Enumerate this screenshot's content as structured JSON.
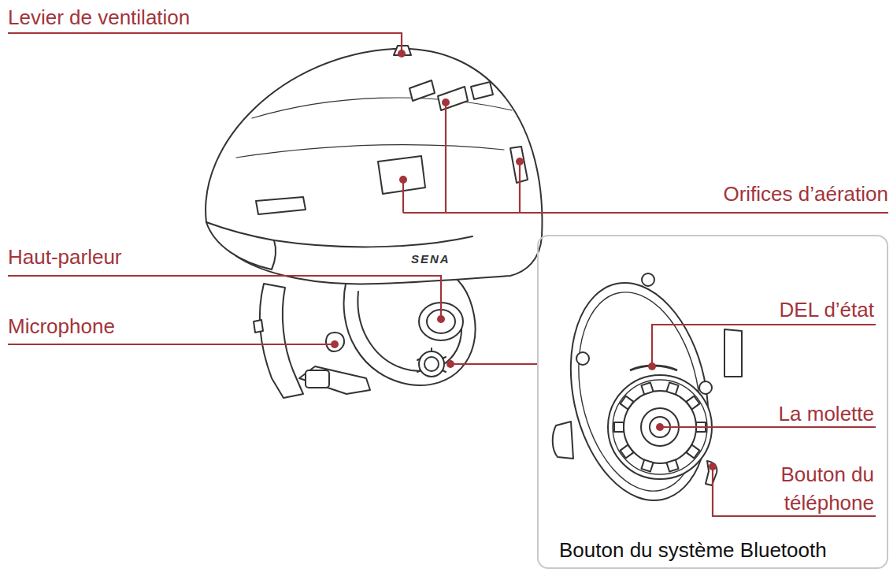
{
  "diagram": {
    "nodes": [
      {
        "text": [
          "DEL d’état",
          "La molette",
          "Bouton du téléphone",
          "Bouton du système Bluetooth"
        ]
      }
    ],
    "labels": [
      "Levier de ventilation",
      "Orifices d’aération",
      "Haut-parleur",
      "Microphone",
      "SENA"
    ]
  }
}
